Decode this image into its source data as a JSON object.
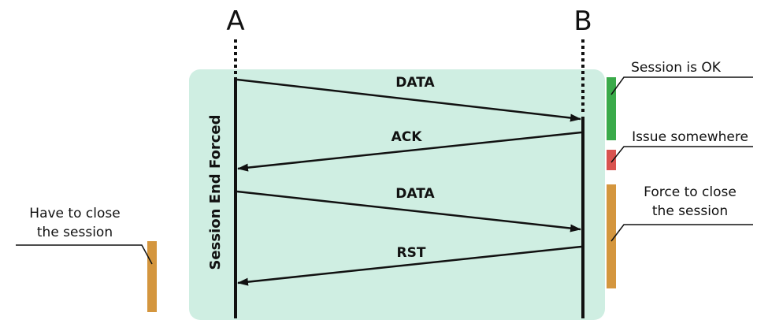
{
  "participants": {
    "a": "A",
    "b": "B"
  },
  "session_box": {
    "label": "Session End Forced"
  },
  "messages": [
    {
      "label": "DATA",
      "from": "A",
      "to": "B"
    },
    {
      "label": "ACK",
      "from": "B",
      "to": "A"
    },
    {
      "label": "DATA",
      "from": "A",
      "to": "B"
    },
    {
      "label": "RST",
      "from": "B",
      "to": "A"
    }
  ],
  "status_bars": {
    "session_ok": {
      "lines": [
        "Session is OK"
      ],
      "color": "#3aaa4a"
    },
    "issue": {
      "lines": [
        "Issue somewhere"
      ],
      "color": "#d9534f"
    },
    "force_close": {
      "lines": [
        "Force to close",
        "the session"
      ],
      "color": "#d4963e"
    },
    "have_to_close": {
      "lines": [
        "Have to close",
        "the session"
      ],
      "color": "#d4963e"
    }
  },
  "colors": {
    "session_box_fill": "#cfeee2",
    "lines": "#111111"
  }
}
